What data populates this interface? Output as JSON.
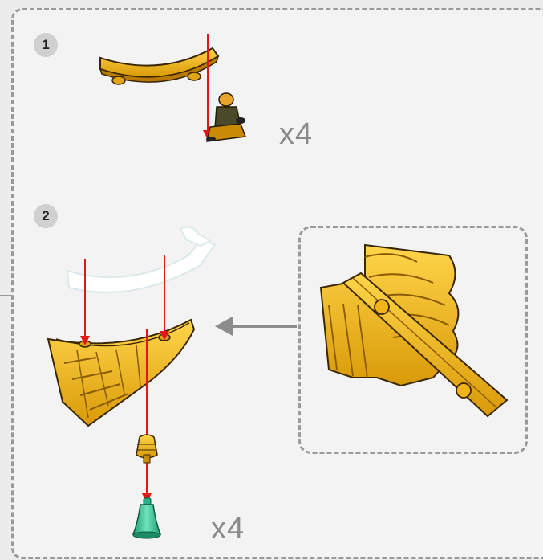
{
  "steps": [
    {
      "number": "1",
      "quantity": "x4"
    },
    {
      "number": "2",
      "quantity": "x4"
    }
  ],
  "colors": {
    "part_yellow": "#f5b91c",
    "part_dark": "#c98a06",
    "outline": "#3a2600",
    "arrow_red": "#e01818",
    "ghost_part": "#ffffff",
    "bell_green": "#3ec79a",
    "callout_arrow": "#8c8c8c"
  },
  "icons": [
    "curved-roof-piece",
    "seated-figure",
    "roof-corner-assembly",
    "barrel-piece",
    "bell-icon",
    "inset-detail-view"
  ]
}
